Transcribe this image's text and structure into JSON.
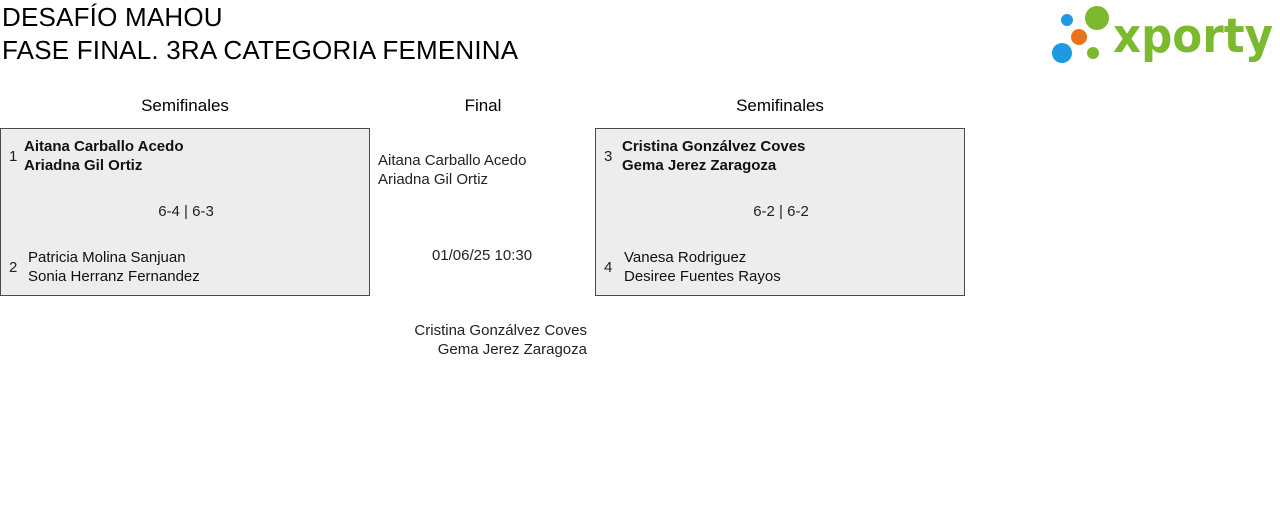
{
  "header": {
    "title_line_1": "DESAFÍO MAHOU",
    "title_line_2": "FASE FINAL. 3RA CATEGORIA FEMENINA"
  },
  "logo": {
    "text": "xporty",
    "colors": {
      "green": "#7bba2e",
      "blue": "#1e9be0",
      "orange": "#e8731c"
    }
  },
  "columns": {
    "left": "Semifinales",
    "final": "Final",
    "right": "Semifinales"
  },
  "semifinal_left": {
    "seed_top": "1",
    "team_top": [
      "Aitana Carballo Acedo",
      "Ariadna Gil Ortiz"
    ],
    "score": "6-4 | 6-3",
    "seed_bottom": "2",
    "team_bottom": [
      "Patricia Molina Sanjuan",
      "Sonia Herranz Fernandez"
    ]
  },
  "semifinal_right": {
    "seed_top": "3",
    "team_top": [
      "Cristina Gonzálvez Coves",
      "Gema Jerez Zaragoza"
    ],
    "score": "6-2 | 6-2",
    "seed_bottom": "4",
    "team_bottom": [
      "Vanesa Rodriguez",
      "Desiree Fuentes Rayos"
    ]
  },
  "final": {
    "team_top": [
      "Aitana Carballo Acedo",
      "Ariadna Gil Ortiz"
    ],
    "datetime": "01/06/25 10:30",
    "team_bottom": [
      "Cristina Gonzálvez Coves",
      "Gema Jerez Zaragoza"
    ]
  }
}
